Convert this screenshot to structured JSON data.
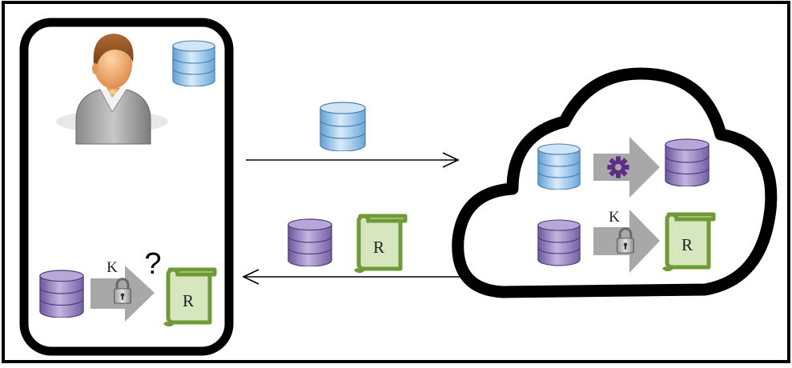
{
  "labels": {
    "key_bottom_left": "K",
    "question_mark": "?",
    "result_bottom_left": "R",
    "result_middle": "R",
    "key_cloud": "K",
    "result_cloud": "R"
  },
  "colors": {
    "blue_db": "#8fc3e6",
    "purple_db": "#8f78bf",
    "result_doc_fill": "#d6e6bf",
    "result_doc_stroke": "#6f9a35",
    "gear": "#5e2e86",
    "arrow_gray": "#a8a8a8",
    "frame": "#000000"
  },
  "icons": [
    "user-icon",
    "database-icon",
    "gear-icon",
    "lock-icon",
    "scroll-icon",
    "cloud-icon",
    "arrow-icon"
  ]
}
